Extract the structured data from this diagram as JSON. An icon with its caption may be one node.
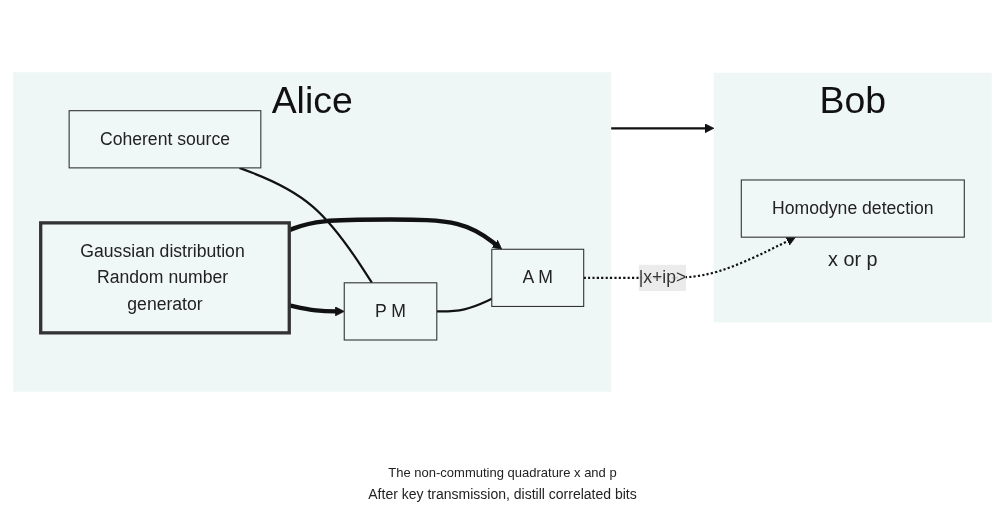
{
  "diagram": {
    "caption": "After key transmission, distill correlated bits",
    "nodes": [
      {
        "text": [
          "Alice"
        ]
      },
      {
        "text": [
          "Coherent source"
        ],
        "in": 0
      },
      {
        "text": [
          "P M"
        ],
        "in": 0
      },
      {
        "text": [
          "A M"
        ],
        "in": 0
      },
      {
        "text": [
          "Gaussian distribution Random number generator"
        ],
        "in": 0
      },
      {
        "text": [
          "Bob"
        ]
      },
      {
        "text": [
          "Homodyne detection"
        ],
        "in": 5,
        "beside": [
          "x or p"
        ]
      }
    ],
    "edges": [
      {
        "from": 1,
        "to": 2,
        "arrow": "none"
      },
      {
        "from": 2,
        "to": 3,
        "arrow": "none"
      },
      {
        "from": 3,
        "to": 6,
        "arrow": "to",
        "label": "|x+ip>",
        "style": "dashed"
      },
      {
        "from": 4,
        "to": 2,
        "arrow": "to",
        "style": "thick"
      },
      {
        "from": 4,
        "to": 3,
        "arrow": "to",
        "style": "thick"
      },
      {
        "from": 0,
        "to": 5,
        "arrow": "to"
      }
    ],
    "labels": [
      "The non-commuting quadrature x and p"
    ]
  }
}
